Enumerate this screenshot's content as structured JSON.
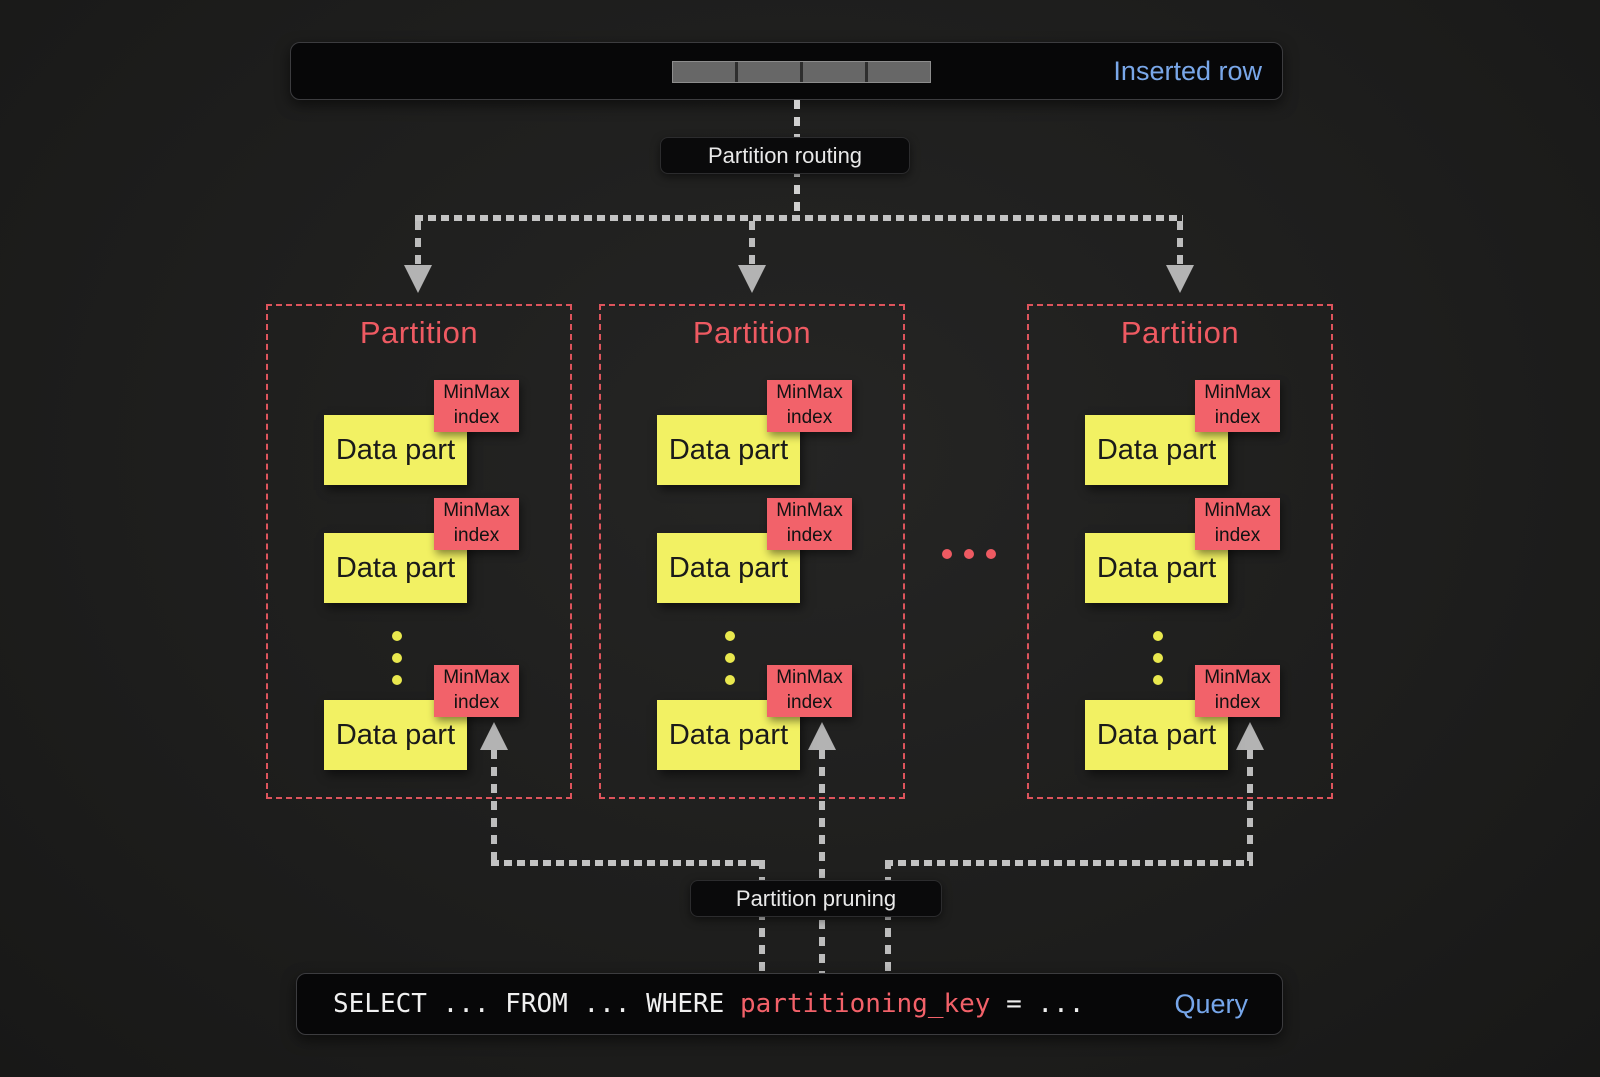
{
  "inserted_row": {
    "label": "Inserted row",
    "segments": 4
  },
  "routing": {
    "label": "Partition routing"
  },
  "pruning": {
    "label": "Partition pruning"
  },
  "partitions": [
    {
      "title": "Partition",
      "rows": [
        {
          "tag": "MinMax index",
          "part": "Data part"
        },
        {
          "tag": "MinMax index",
          "part": "Data part"
        },
        {
          "tag": "MinMax index",
          "part": "Data part"
        }
      ]
    },
    {
      "title": "Partition",
      "rows": [
        {
          "tag": "MinMax index",
          "part": "Data part"
        },
        {
          "tag": "MinMax index",
          "part": "Data part"
        },
        {
          "tag": "MinMax index",
          "part": "Data part"
        }
      ]
    },
    {
      "title": "Partition",
      "rows": [
        {
          "tag": "MinMax index",
          "part": "Data part"
        },
        {
          "tag": "MinMax index",
          "part": "Data part"
        },
        {
          "tag": "MinMax index",
          "part": "Data part"
        }
      ]
    }
  ],
  "decorations": {
    "data_part_gap_dots": 3,
    "partition_gap_dots": 3
  },
  "query": {
    "code_prefix": "SELECT ... FROM ... WHERE ",
    "code_highlight": "partitioning_key",
    "code_suffix": " = ...",
    "label": "Query"
  },
  "colors": {
    "accent_blue": "#79a7e9",
    "partition_red": "#ee5a62",
    "minmax_tag_red": "#f2626a",
    "data_part_yellow": "#f2f163",
    "line_gray": "#c3c3c3",
    "box_black": "#070708"
  }
}
